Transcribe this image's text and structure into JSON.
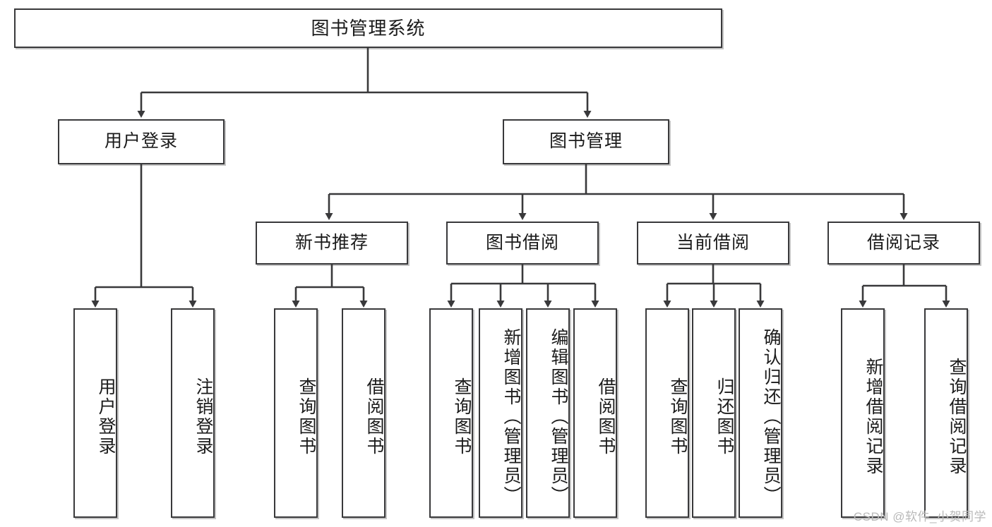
{
  "diagram": {
    "title": "图书管理系统",
    "watermark": "CSDN @软件_小贺同学",
    "colors": {
      "stroke": "#39393b",
      "background": "#ffffff",
      "text": "#1b1b1b",
      "watermark": "#b9b9b9"
    },
    "levels": {
      "root": {
        "label": "图书管理系统"
      },
      "level2": [
        {
          "label": "用户登录"
        },
        {
          "label": "图书管理"
        }
      ],
      "level3": [
        {
          "label": "新书推荐"
        },
        {
          "label": "图书借阅"
        },
        {
          "label": "当前借阅"
        },
        {
          "label": "借阅记录"
        }
      ],
      "leaves": [
        {
          "label": "用户登录",
          "parent": "用户登录"
        },
        {
          "label": "注销登录",
          "parent": "用户登录"
        },
        {
          "label": "查询图书",
          "parent": "新书推荐"
        },
        {
          "label": "借阅图书",
          "parent": "新书推荐"
        },
        {
          "label": "查询图书",
          "parent": "图书借阅"
        },
        {
          "label": "新增图书（管理员）",
          "parent": "图书借阅"
        },
        {
          "label": "编辑图书（管理员）",
          "parent": "图书借阅"
        },
        {
          "label": "借阅图书",
          "parent": "图书借阅"
        },
        {
          "label": "查询图书",
          "parent": "当前借阅"
        },
        {
          "label": "归还图书",
          "parent": "当前借阅"
        },
        {
          "label": "确认归还（管理员）",
          "parent": "当前借阅"
        },
        {
          "label": "新增借阅记录",
          "parent": "借阅记录"
        },
        {
          "label": "查询借阅记录",
          "parent": "借阅记录"
        }
      ]
    }
  }
}
